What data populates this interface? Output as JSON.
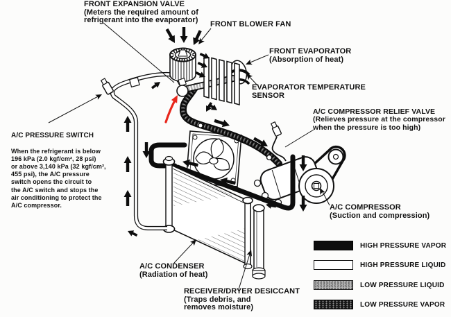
{
  "labels": {
    "expansion_valve": {
      "text": "FRONT EXPANSION VALVE\n(Meters the required amount of\nrefrigerant into the evaporator)"
    },
    "blower_fan": {
      "text": "FRONT BLOWER FAN"
    },
    "evaporator": {
      "text": "FRONT EVAPORATOR\n(Absorption of heat)"
    },
    "evap_sensor": {
      "text": "EVAPORATOR TEMPERATURE\nSENSOR"
    },
    "relief_valve": {
      "text": "A/C COMPRESSOR RELIEF VALVE\n(Relieves pressure at the compressor\nwhen the pressure is too high)"
    },
    "pressure_switch": {
      "title": "A/C PRESSURE SWITCH",
      "body": "When the refrigerant is below\n196 kPa (2.0 kgf/cm², 28 psi)\nor above 3,140 kPa (32 kgf/cm²,\n455 psi), the A/C pressure\nswitch opens the circuit to\nthe A/C switch and stops the\nair conditioning to protect the\nA/C compressor."
    },
    "compressor": {
      "text": "A/C COMPRESSOR\n(Suction and compression)"
    },
    "condenser": {
      "text": "A/C CONDENSER\n(Radiation of heat)"
    },
    "receiver_dryer": {
      "text": "RECEIVER/DRYER DESICCANT\n(Traps debris, and\nremoves moisture)"
    }
  },
  "legend": {
    "items": [
      {
        "label": "HIGH PRESSURE VAPOR",
        "swatch": "solid-black"
      },
      {
        "label": "HIGH PRESSURE LIQUID",
        "swatch": "white-outline"
      },
      {
        "label": "LOW PRESSURE LIQUID",
        "swatch": "gray-speckle"
      },
      {
        "label": "LOW PRESSURE VAPOR",
        "swatch": "dark-speckle"
      }
    ]
  },
  "annotation": {
    "type": "hand-drawn-red-arrow",
    "points_at": "front expansion valve",
    "color": "#e8271c"
  },
  "colors": {
    "ink": "#111111",
    "background": "#fcfcfb",
    "pipe_gray": "#b5b5b5"
  }
}
